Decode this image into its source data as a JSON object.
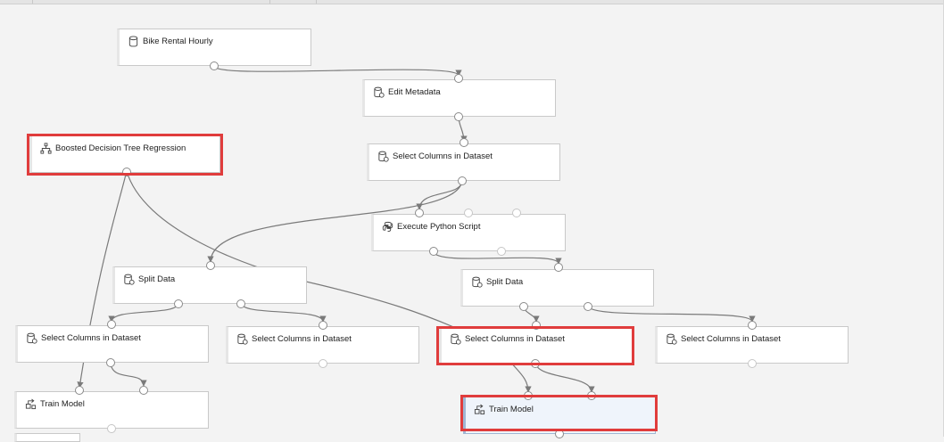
{
  "canvas": {
    "modules": [
      {
        "id": "bike",
        "label": "Bike Rental Hourly",
        "icon": "dataset-icon"
      },
      {
        "id": "meta",
        "label": "Edit Metadata",
        "icon": "transform-icon"
      },
      {
        "id": "sel1",
        "label": "Select Columns in Dataset",
        "icon": "transform-icon"
      },
      {
        "id": "bdtr",
        "label": "Boosted Decision Tree Regression",
        "icon": "tree-icon"
      },
      {
        "id": "py",
        "label": "Execute Python Script",
        "icon": "python-icon"
      },
      {
        "id": "split1",
        "label": "Split Data",
        "icon": "transform-icon"
      },
      {
        "id": "split2",
        "label": "Split Data",
        "icon": "transform-icon"
      },
      {
        "id": "sel2",
        "label": "Select Columns in Dataset",
        "icon": "transform-icon"
      },
      {
        "id": "sel3",
        "label": "Select Columns in Dataset",
        "icon": "transform-icon"
      },
      {
        "id": "sel4",
        "label": "Select Columns in Dataset",
        "icon": "transform-icon"
      },
      {
        "id": "sel5",
        "label": "Select Columns in Dataset",
        "icon": "transform-icon"
      },
      {
        "id": "train1",
        "label": "Train Model",
        "icon": "train-icon"
      },
      {
        "id": "train2",
        "label": "Train Model",
        "icon": "train-icon"
      }
    ],
    "highlighted": [
      "bdtr",
      "sel4",
      "train2"
    ],
    "selected": "train2",
    "colors": {
      "highlight": "#e03c3c",
      "connector": "#7a7a7a",
      "selected_bg": "#eff4fb"
    }
  }
}
